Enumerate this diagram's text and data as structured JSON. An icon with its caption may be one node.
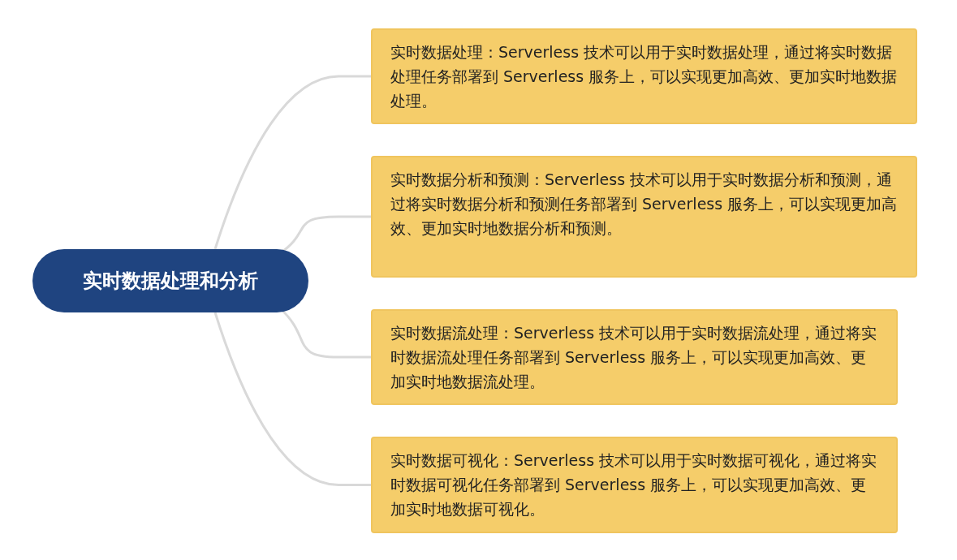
{
  "diagram": {
    "nodes": [
      {
        "text": [
          "实时数据处理和分析"
        ]
      },
      {
        "text": [
          "实时数据处理：Serverless 技术可以用于实时数据处理，通过将实时数据处理任务部署到 Serverless 服务上，可以实现更加高效、更加实时地数据处理。"
        ]
      },
      {
        "text": [
          "实时数据分析和预测：Serverless 技术可以用于实时数据分析和预测，通过将实时数据分析和预测任务部署到 Serverless 服务上，可以实现更加高效、更加实时地数据分析和预测。"
        ]
      },
      {
        "text": [
          "实时数据流处理：Serverless 技术可以用于实时数据流处理，通过将实时数据流处理任务部署到 Serverless 服务上，可以实现更加高效、更加实时地数据流处理。"
        ]
      },
      {
        "text": [
          "实时数据可视化：Serverless 技术可以用于实时数据可视化，通过将实时数据可视化任务部署到 Serverless 服务上，可以实现更加高效、更加实时地数据可视化。"
        ]
      }
    ],
    "edges": [
      {
        "from": 0,
        "to": 1,
        "arrow": "none"
      },
      {
        "from": 0,
        "to": 2,
        "arrow": "none"
      },
      {
        "from": 0,
        "to": 3,
        "arrow": "none"
      },
      {
        "from": 0,
        "to": 4,
        "arrow": "none"
      }
    ]
  }
}
